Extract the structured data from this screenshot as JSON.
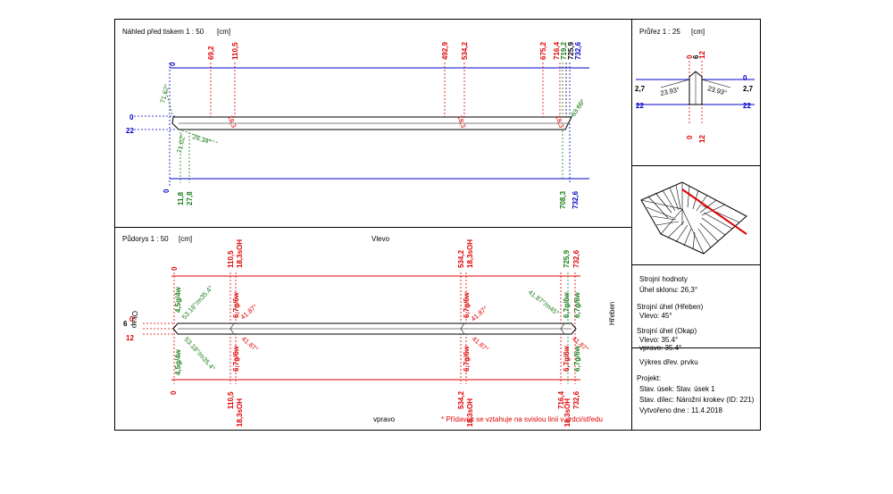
{
  "preview": {
    "title": "Náhled před tiskem 1 : 50",
    "unit": "[cm]",
    "top_red": [
      "69,2",
      "110,5",
      "492,9",
      "534,2",
      "675,2",
      "716,4"
    ],
    "top_green": [
      "719,2"
    ],
    "top_black": [
      "725,9"
    ],
    "top_blue": [
      "732,6"
    ],
    "top_blue_left": "0",
    "left_zero": "0",
    "left_22": "22",
    "bottom_blue_left": "0",
    "bottom_green_left": [
      "11,8",
      "27,8"
    ],
    "bottom_green_right": "708,3",
    "bottom_blue_right": "732,6",
    "angle_top_left": "71.62°",
    "angle_bottom_left": "26.34°",
    "angle_right": "63.66°",
    "angle_small_left": "71.62°",
    "small_red_1": "18,3",
    "small_red_2": "18,3",
    "small_red_3": "18,3"
  },
  "section": {
    "title": "Průřez 1 : 25",
    "unit": "[cm]",
    "top_0": "0",
    "top_6": "6",
    "top_12": "12",
    "bottom_0": "0",
    "bottom_12": "12",
    "left_27": "2,7",
    "left_22": "22",
    "right_0": "0",
    "right_27": "2,7",
    "right_22": "22",
    "angle_left": "23.93°",
    "angle_right": "23.93°"
  },
  "plan": {
    "title": "Půdorys 1 : 50",
    "unit": "[cm]",
    "label_left": "Vlevo",
    "label_right": "vpravo",
    "label_okap": "Okap",
    "label_hreben": "Hřeben",
    "left_6": "6",
    "left_0": "0",
    "left_12": "12",
    "top_red_left": "0",
    "top_red": [
      "110,5",
      "534,2",
      "732,6"
    ],
    "top_red_oh": [
      "18,3sOH",
      "18,3sOH"
    ],
    "top_green": "725,9",
    "bottom_red_left": "0",
    "bottom_red": [
      "110,5",
      "534,2",
      "716,4",
      "732,6"
    ],
    "bottom_red_oh": [
      "18,3sOH",
      "18,3sOH",
      "18,3sOH"
    ],
    "tag_45_top": "4,5g/4w",
    "tag_45_bot": "4,5g/4w",
    "tag_67_a": "6,7g/6w",
    "tag_67_b": "6,7g/6w",
    "tag_67_c": "6,7g/6w",
    "tag_67_d": "6,7g/6w",
    "tag_67_e": "6,7g/6w",
    "tag_67_f": "6,7g/6w",
    "tag_67_g": "6,7g/6w",
    "tag_67_h": "6,7g/6w",
    "ang_left_top": "53.18°/m35.4°",
    "ang_left_bot": "53.18°/m35.4°",
    "ang_right_top": "41.87°/m45°",
    "ang_41_a": "41.87°",
    "ang_41_b": "41.87°",
    "ang_41_c": "41.87°",
    "ang_41_d": "41.87°",
    "ang_41_e": "41.87°",
    "note": "* Přídavek se vztahuje na svislou linii v srdci/středu"
  },
  "values": {
    "title": "Strojní hodnoty",
    "slope": "Úhel sklonu: 26,3°",
    "ridge_title": "Strojní úhel (Hřeben)",
    "ridge_left": "Vlevo: 45°",
    "eave_title": "Strojní úhel (Okap)",
    "eave_left": "Vlevo: 35.4°",
    "eave_right": "vpravo: 35.4°"
  },
  "project": {
    "title": "Výkres dřev. prvku",
    "project_label": "Projekt:",
    "section": "Stav. úsek: Stav. úsek 1",
    "element": "Stav. dílec: Nárožní krokev (ID: 221)",
    "created": "Vytvořeno dne : 11.4.2018"
  },
  "colors": {
    "red": "#e00000",
    "blue": "#0000cc",
    "green": "#1a7d1a",
    "frame": "#000000"
  }
}
